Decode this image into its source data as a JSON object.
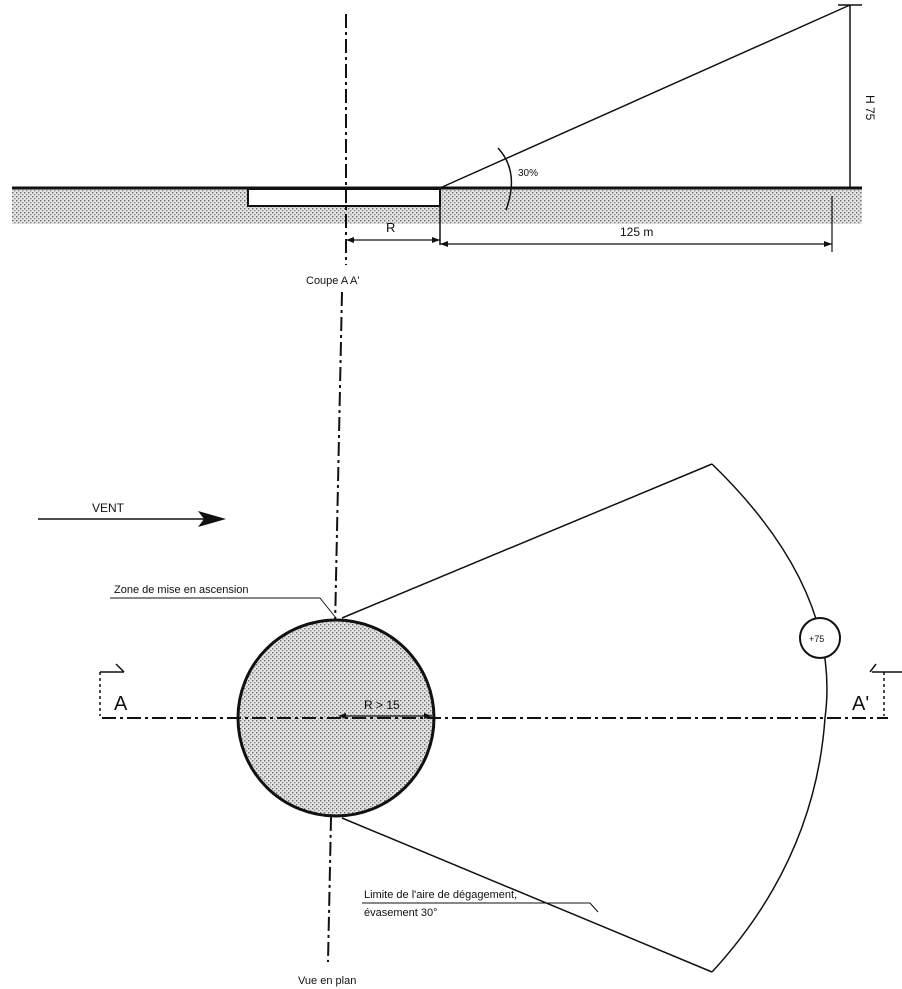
{
  "section_view": {
    "caption": "Coupe A A'",
    "radius_label": "R",
    "distance_label": "125 m",
    "height_label": "H 75",
    "slope_label": "30%"
  },
  "plan_view": {
    "caption": "Vue en plan",
    "wind_label": "VENT",
    "takeoff_zone_label": "Zone de mise en ascension",
    "radius_label": "R > 15",
    "section_start_label": "A",
    "section_end_label": "A'",
    "elevation_marker": "+75",
    "clearance_limit_line1": "Limite de l'aire de dégagement,",
    "clearance_limit_line2": "évasement 30°"
  },
  "colors": {
    "ink": "#111111",
    "ground_fill": "#cfcfcf"
  }
}
